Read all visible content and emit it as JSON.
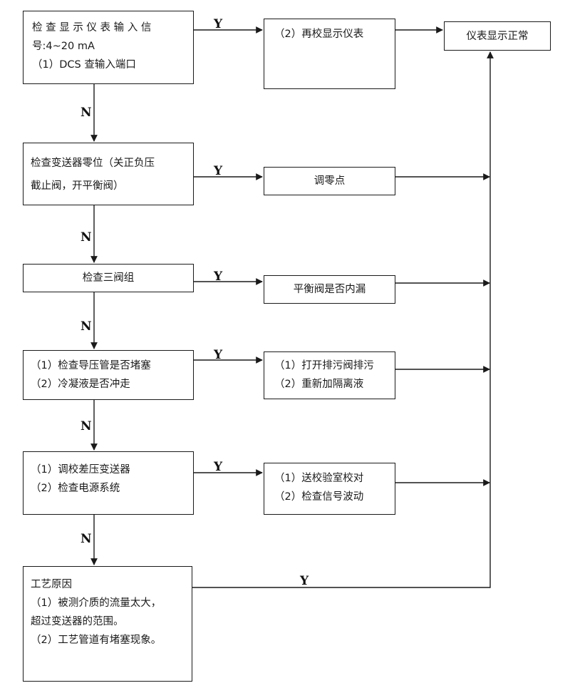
{
  "check_boxes": [
    {
      "lines": [
        "检 查 显 示 仪 表 输 入 信",
        "号:4~20 mA",
        "（1）DCS 查输入端口"
      ]
    },
    {
      "lines": [
        "检查变送器零位（关正负压",
        "截止阀，开平衡阀）"
      ]
    },
    {
      "lines": [
        "检查三阀组"
      ]
    },
    {
      "lines": [
        "（1）检查导压管是否堵塞",
        "（2）冷凝液是否冲走"
      ]
    },
    {
      "lines": [
        "（1）调校差压变送器",
        "（2）检查电源系统"
      ]
    },
    {
      "lines": [
        "工艺原因",
        "（1）被测介质的流量太大，",
        "超过变送器的范围。",
        "（2）工艺管道有堵塞现象。"
      ]
    }
  ],
  "action_boxes": [
    {
      "lines": [
        "（2）再校显示仪表"
      ]
    },
    {
      "lines": [
        "调零点"
      ]
    },
    {
      "lines": [
        "平衡阀是否内漏"
      ]
    },
    {
      "lines": [
        "（1）打开排污阀排污",
        "（2）重新加隔离液"
      ]
    },
    {
      "lines": [
        "（1）送校验室校对",
        "（2）检查信号波动"
      ]
    }
  ],
  "result_box": {
    "label": "仪表显示正常"
  },
  "labels": {
    "yes": "Y",
    "no": "N"
  }
}
